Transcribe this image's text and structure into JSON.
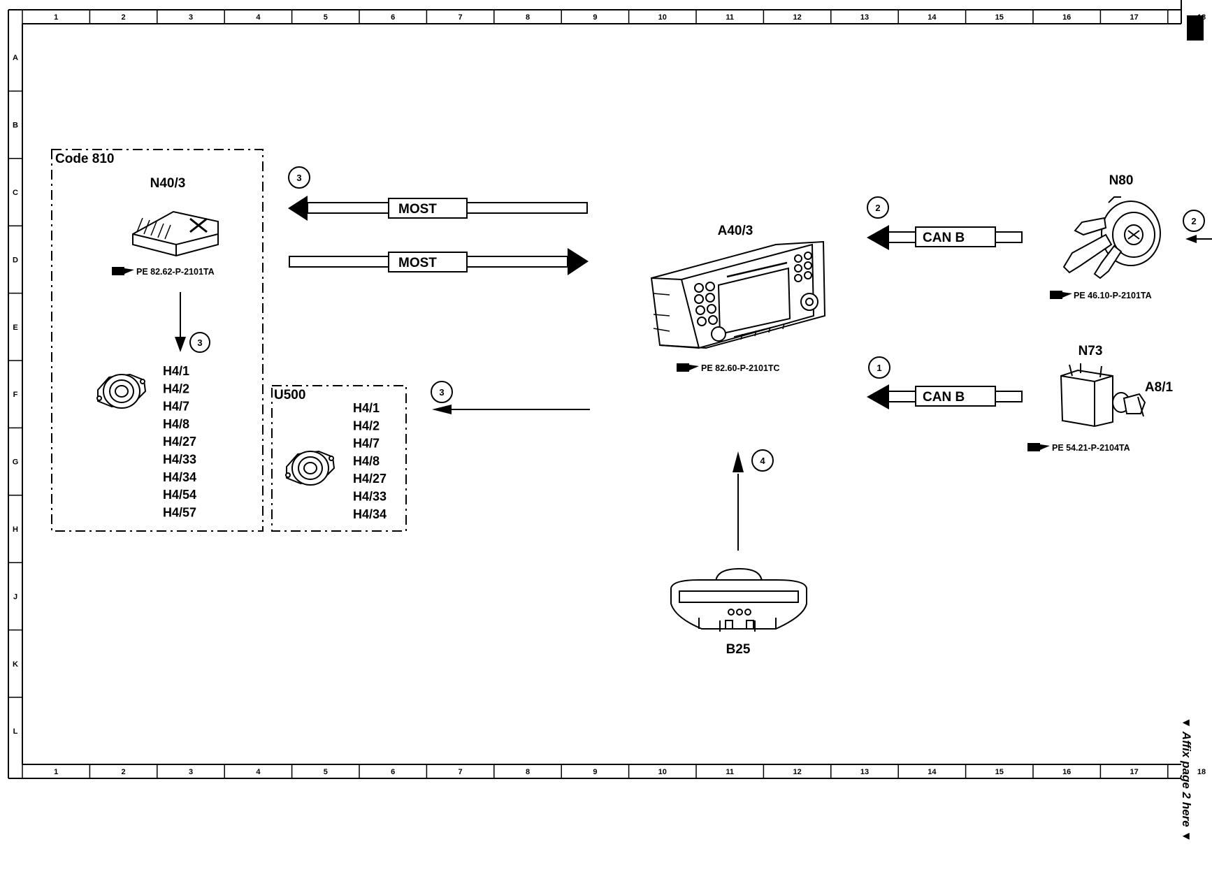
{
  "grid": {
    "columns": [
      "1",
      "2",
      "3",
      "4",
      "5",
      "6",
      "7",
      "8",
      "9",
      "10",
      "11",
      "12",
      "13",
      "14",
      "15",
      "16",
      "17",
      "18"
    ],
    "rows": [
      "A",
      "B",
      "C",
      "D",
      "E",
      "F",
      "G",
      "H",
      "J",
      "K",
      "L"
    ]
  },
  "code_box": {
    "title": "Code 810",
    "module_label": "N40/3",
    "module_ref": "PE 82.62-P-2101TA",
    "speakers": [
      "H4/1",
      "H4/2",
      "H4/7",
      "H4/8",
      "H4/27",
      "H4/33",
      "H4/34",
      "H4/54",
      "H4/57"
    ]
  },
  "u500_box": {
    "title": "U500",
    "speakers": [
      "H4/1",
      "H4/2",
      "H4/7",
      "H4/8",
      "H4/27",
      "H4/33",
      "H4/34"
    ]
  },
  "head_unit": {
    "label": "A40/3",
    "ref": "PE 82.60-P-2101TC"
  },
  "steering_switch": {
    "label": "N80",
    "ref": "PE 46.10-P-2101TA"
  },
  "ignition_switch": {
    "label": "N73",
    "sub_label": "A8/1",
    "ref": "PE 54.21-P-2104TA"
  },
  "mirror": {
    "label": "B25"
  },
  "buses": {
    "most_top": "MOST",
    "most_bottom": "MOST",
    "can_top": "CAN B",
    "can_bottom": "CAN B"
  },
  "signals": {
    "most_out": "3",
    "n40_to_speakers": "3",
    "to_u500": "3",
    "can_n80": "2",
    "edge_ref": "2",
    "can_n73": "1",
    "mirror_up": "4"
  },
  "side_note": "▼ Affix page 2 here ▼"
}
